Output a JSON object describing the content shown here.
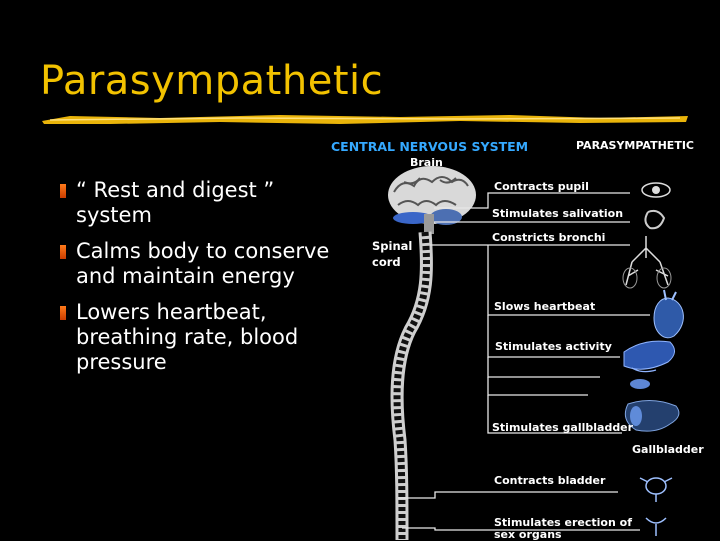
{
  "title": "Parasympathetic",
  "bullets": [
    "“ Rest and digest ” system",
    "Calms body to conserve and maintain energy",
    "Lowers heartbeat, breathing rate, blood pressure"
  ],
  "diagram": {
    "header_left": "CENTRAL NERVOUS SYSTEM",
    "header_right": "PARASYMPATHETIC",
    "brain_label": "Brain",
    "spinal_label": "Spinal cord",
    "effects": [
      "Contracts pupil",
      "Stimulates salivation",
      "Constricts bronchi",
      "Slows heartbeat",
      "Stimulates activity",
      "Stimulates gallbladder",
      "Contracts bladder",
      "Stimulates erection of sex organs"
    ],
    "gallbladder_label": "Gallbladder"
  },
  "colors": {
    "title": "#f2c200",
    "central_nervous_system": "#35a9ff",
    "bullet": "#ff6a10"
  }
}
